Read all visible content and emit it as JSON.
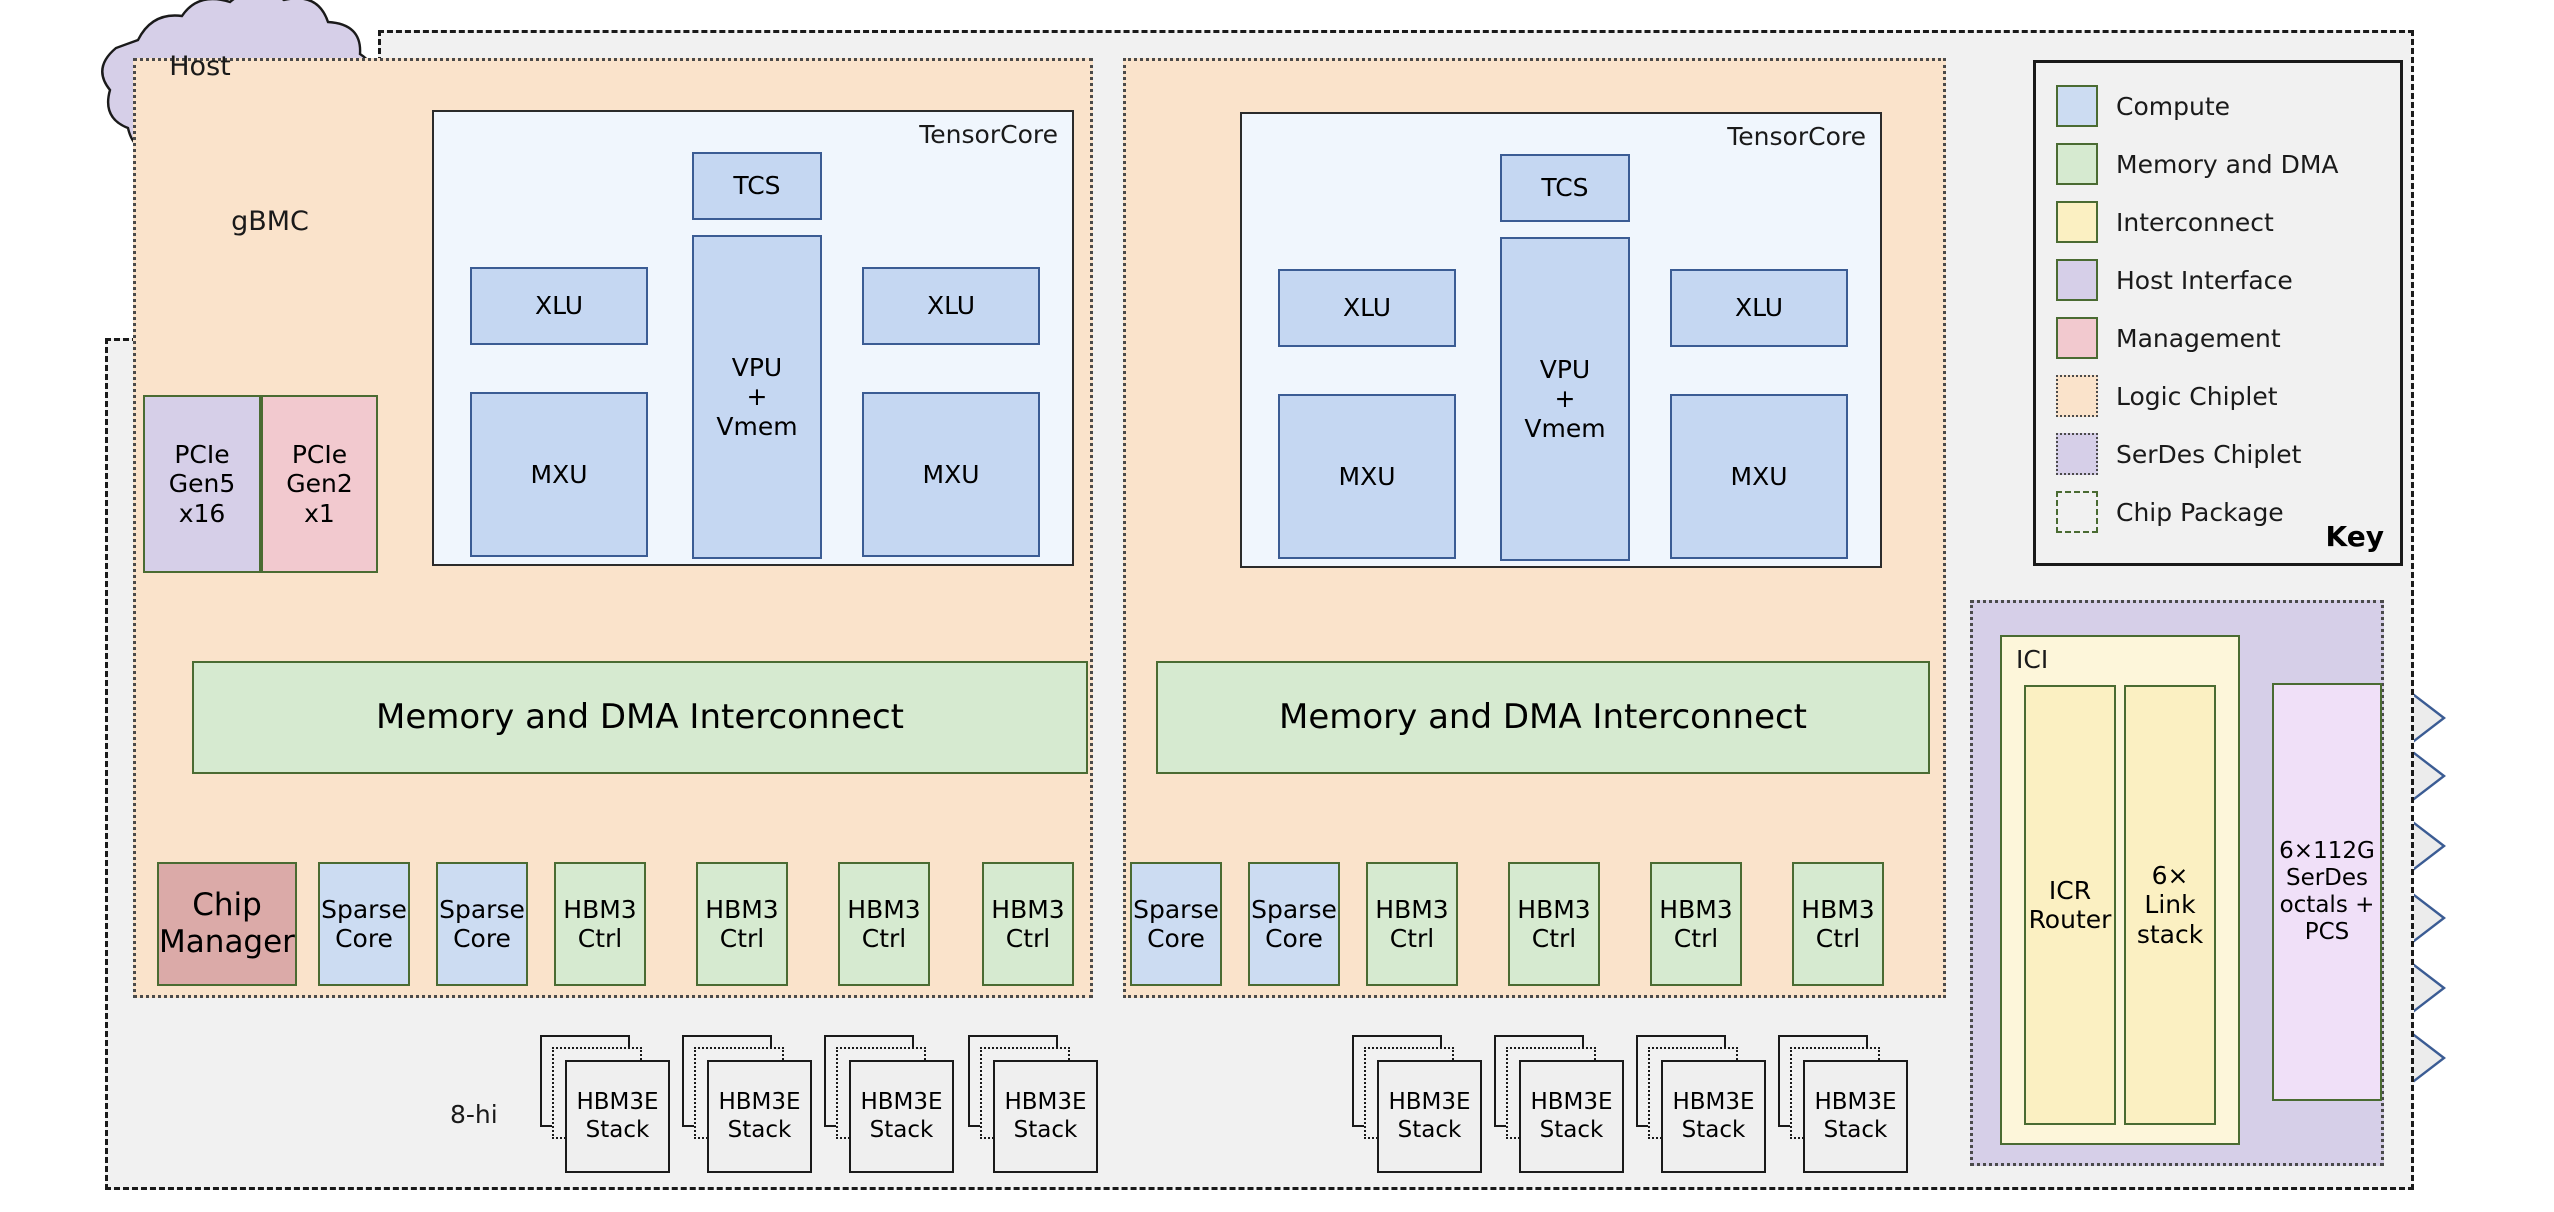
{
  "diagram": {
    "title": "TPU chiplet block diagram",
    "external_nodes": [
      {
        "id": "host",
        "label": "Host",
        "color": "#d6cfe8"
      },
      {
        "id": "gbmc",
        "label": "gBMC",
        "color": "#f2c9cf"
      }
    ],
    "host_interface": [
      {
        "label_lines": [
          "PCIe",
          "Gen5",
          "x16"
        ],
        "category": "Host Interface"
      },
      {
        "label_lines": [
          "PCIe",
          "Gen2",
          "x1"
        ],
        "category": "Management"
      }
    ],
    "tensorcores": [
      {
        "title": "TensorCore",
        "tcs": "TCS",
        "vpu": [
          "VPU",
          "+",
          "Vmem"
        ],
        "xlu_left": "XLU",
        "xlu_right": "XLU",
        "mxu_left": "MXU",
        "mxu_right": "MXU"
      },
      {
        "title": "TensorCore",
        "tcs": "TCS",
        "vpu": [
          "VPU",
          "+",
          "Vmem"
        ],
        "xlu_left": "XLU",
        "xlu_right": "XLU",
        "mxu_left": "MXU",
        "mxu_right": "MXU"
      }
    ],
    "interconnect_bars": [
      {
        "label": "Memory and DMA Interconnect"
      },
      {
        "label": "Memory and DMA Interconnect"
      }
    ],
    "chip_manager": {
      "label_lines": [
        "Chip",
        "Manager"
      ]
    },
    "left_bottom_blocks": [
      {
        "lines": [
          "Sparse",
          "Core"
        ],
        "category": "Compute"
      },
      {
        "lines": [
          "Sparse",
          "Core"
        ],
        "category": "Compute"
      },
      {
        "lines": [
          "HBM3",
          "Ctrl"
        ],
        "category": "Memory and DMA"
      },
      {
        "lines": [
          "HBM3",
          "Ctrl"
        ],
        "category": "Memory and DMA"
      },
      {
        "lines": [
          "HBM3",
          "Ctrl"
        ],
        "category": "Memory and DMA"
      },
      {
        "lines": [
          "HBM3",
          "Ctrl"
        ],
        "category": "Memory and DMA"
      }
    ],
    "right_bottom_blocks": [
      {
        "lines": [
          "Sparse",
          "Core"
        ],
        "category": "Compute"
      },
      {
        "lines": [
          "Sparse",
          "Core"
        ],
        "category": "Compute"
      },
      {
        "lines": [
          "HBM3",
          "Ctrl"
        ],
        "category": "Memory and DMA"
      },
      {
        "lines": [
          "HBM3",
          "Ctrl"
        ],
        "category": "Memory and DMA"
      },
      {
        "lines": [
          "HBM3",
          "Ctrl"
        ],
        "category": "Memory and DMA"
      },
      {
        "lines": [
          "HBM3",
          "Ctrl"
        ],
        "category": "Memory and DMA"
      }
    ],
    "hbm_stack_label_lines": [
      "HBM3E",
      "Stack"
    ],
    "hbm_stacks_left_count": 4,
    "hbm_stacks_right_count": 4,
    "stack_height_note": "8-hi",
    "ici": {
      "title": "ICI",
      "blocks": [
        {
          "lines": [
            "ICR",
            "Router"
          ]
        },
        {
          "lines": [
            "6×",
            "Link",
            "stack"
          ]
        }
      ]
    },
    "serdes": {
      "lines": [
        "6×112G",
        "SerDes",
        "octals +",
        "PCS"
      ],
      "link_count": 6
    }
  },
  "key": {
    "title": "Key",
    "items": [
      {
        "label": "Compute",
        "color": "#ccdcf2",
        "style": "solid"
      },
      {
        "label": "Memory and DMA",
        "color": "#d6ead0",
        "style": "solid"
      },
      {
        "label": "Interconnect",
        "color": "#fbf0c2",
        "style": "solid"
      },
      {
        "label": "Host Interface",
        "color": "#d6cfe8",
        "style": "solid"
      },
      {
        "label": "Management",
        "color": "#f2c9cf",
        "style": "solid"
      },
      {
        "label": "Logic Chiplet",
        "color": "#fae3cb",
        "style": "dotted"
      },
      {
        "label": "SerDes Chiplet",
        "color": "#d6cfe8",
        "style": "dotted"
      },
      {
        "label": "Chip Package",
        "color": "#f1f1f1",
        "style": "dashdot"
      }
    ]
  },
  "colors": {
    "compute": "#ccdcf2",
    "memory_dma": "#d6ead0",
    "interconnect": "#fbf0c2",
    "host_interface": "#d6cfe8",
    "management": "#f2c9cf",
    "logic_chiplet": "#fae3cb",
    "serdes_chiplet": "#d6cfe8",
    "chip_package": "#f1f1f1",
    "arrow_outline": "#3b5c94",
    "block_border": "#4a6b32"
  }
}
